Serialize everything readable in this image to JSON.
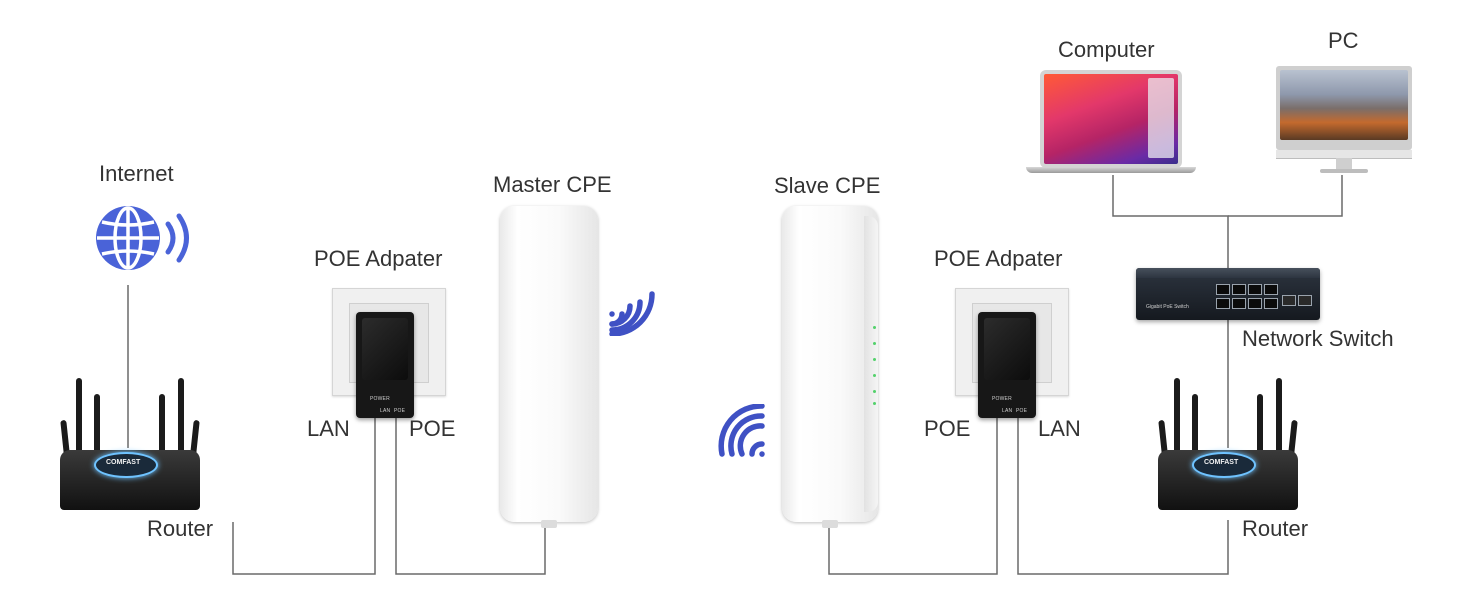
{
  "labels": {
    "internet": "Internet",
    "router_left": "Router",
    "poe_left": "POE Adpater",
    "lan_left": "LAN",
    "poe_port_left": "POE",
    "master_cpe": "Master CPE",
    "slave_cpe": "Slave CPE",
    "poe_right": "POE Adpater",
    "poe_port_right": "POE",
    "lan_right": "LAN",
    "computer": "Computer",
    "pc": "PC",
    "network_switch": "Network Switch",
    "router_right": "Router"
  },
  "device_text": {
    "router_logo": "COMFAST",
    "poe_power": "POWER",
    "poe_lan": "LAN",
    "poe_poe": "POE",
    "switch_text": "Gigabit PoE Switch"
  },
  "colors": {
    "wifi_blue": "#3f51c4",
    "globe_blue": "#4a63d8",
    "wire": "#6a6a6a"
  },
  "icons": [
    "globe-icon",
    "wifi-signal-icon"
  ]
}
